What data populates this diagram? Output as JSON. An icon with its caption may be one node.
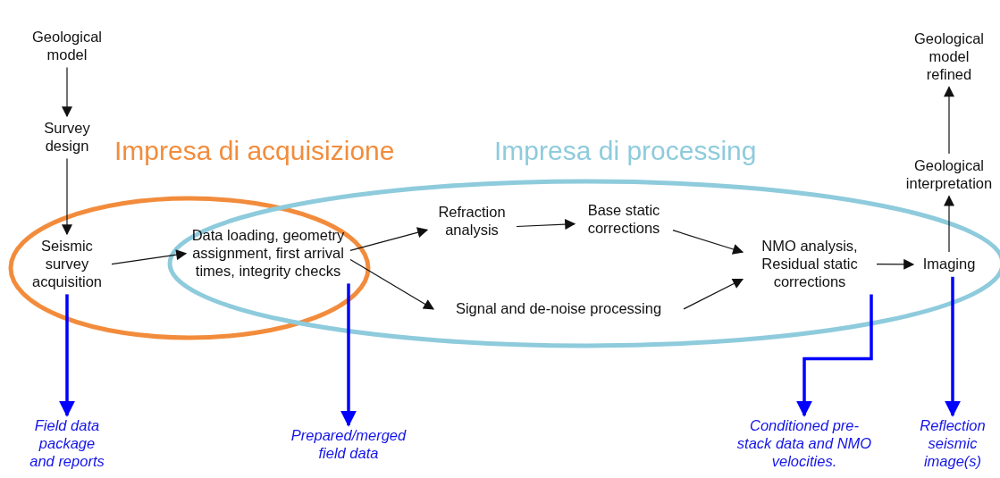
{
  "diagram": {
    "nodes": [
      {
        "text": [
          "Geological model"
        ]
      },
      {
        "text": [
          "Survey design"
        ]
      },
      {
        "text": [
          "Impresa di acquisizione"
        ]
      },
      {
        "text": [
          "Impresa di processing"
        ]
      },
      {
        "text": [
          "Seismic survey acquisition"
        ],
        "in": 2
      },
      {
        "text": [
          "Data loading, geometry assignment, first arrival times, integrity checks"
        ]
      },
      {
        "text": [
          "Refraction analysis"
        ],
        "in": 3
      },
      {
        "text": [
          "Base static corrections"
        ],
        "in": 3
      },
      {
        "text": [
          "Signal and de-noise processing"
        ],
        "in": 3
      },
      {
        "text": [
          "NMO analysis, Residual static corrections"
        ],
        "in": 3
      },
      {
        "text": [
          "Imaging"
        ],
        "in": 3
      },
      {
        "text": [
          "Geological interpretation"
        ]
      },
      {
        "text": [
          "Geological model refined"
        ]
      },
      {
        "text": [
          "Field data package and reports"
        ]
      },
      {
        "text": [
          "Prepared/merged field data"
        ]
      },
      {
        "text": [
          "Conditioned pre-stack data and NMO velocities."
        ]
      },
      {
        "text": [
          "Reflection seismic image(s)"
        ]
      }
    ],
    "edges": [
      {
        "from": 0,
        "to": 1,
        "arrow": "to"
      },
      {
        "from": 1,
        "to": 4,
        "arrow": "to"
      },
      {
        "from": 4,
        "to": 5,
        "arrow": "to"
      },
      {
        "from": 5,
        "to": 6,
        "arrow": "to"
      },
      {
        "from": 5,
        "to": 8,
        "arrow": "to"
      },
      {
        "from": 6,
        "to": 7,
        "arrow": "to"
      },
      {
        "from": 7,
        "to": 9,
        "arrow": "to"
      },
      {
        "from": 8,
        "to": 9,
        "arrow": "to"
      },
      {
        "from": 9,
        "to": 10,
        "arrow": "to"
      },
      {
        "from": 10,
        "to": 11,
        "arrow": "to"
      },
      {
        "from": 11,
        "to": 12,
        "arrow": "to"
      },
      {
        "from": 4,
        "to": 13,
        "arrow": "to",
        "style": "thick",
        "color": "#0000ff"
      },
      {
        "from": 5,
        "to": 14,
        "arrow": "to",
        "style": "thick",
        "color": "#0000ff"
      },
      {
        "from": 9,
        "to": 15,
        "arrow": "to",
        "style": "thick",
        "color": "#0000ff"
      },
      {
        "from": 10,
        "to": 16,
        "arrow": "to",
        "style": "thick",
        "color": "#0000ff"
      }
    ]
  }
}
